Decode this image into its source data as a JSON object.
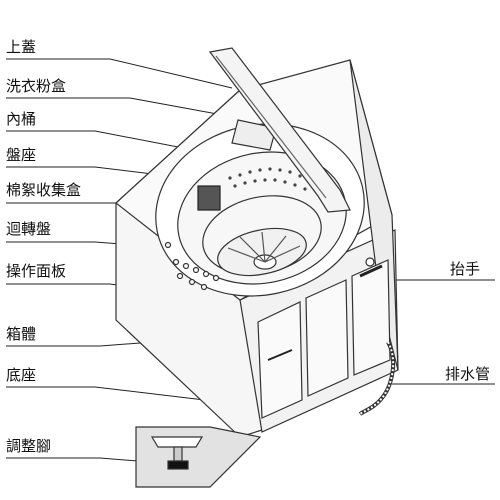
{
  "labels": {
    "top_lid": "上蓋",
    "detergent_box": "洗衣粉盒",
    "inner_tub": "內桶",
    "tray_seat": "盤座",
    "lint_collector": "棉絮收集盒",
    "pulsator": "迴轉盤",
    "control_panel": "操作面板",
    "cabinet": "箱體",
    "base": "底座",
    "adjustable_foot": "調整腳",
    "handle": "抬手",
    "drain_hose": "排水管"
  }
}
